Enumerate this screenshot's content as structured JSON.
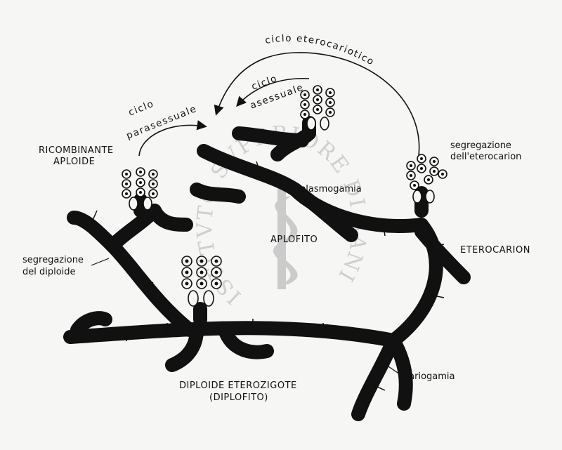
{
  "labels": {
    "ciclo_eterocariotico": "ciclo eterocariotico",
    "ciclo_asessuale_1": "ciclo",
    "ciclo_asessuale_2": "asessuale",
    "ciclo_parasessuale_1": "ciclo",
    "ciclo_parasessuale_2": "parasessuale",
    "ricombinante_1": "RICOMBINANTE",
    "ricombinante_2": "APLOIDE",
    "segregazione_eterocarion_1": "segregazione",
    "segregazione_eterocarion_2": "dell'eterocarion",
    "plasmogamia": "plasmogamia",
    "aplofito": "APLOFITO",
    "eterocarion": "ETEROCARION",
    "segregazione_diploide_1": "segregazione",
    "segregazione_diploide_2": "del diploide",
    "cariogamia": "cariogamia",
    "diploide_1": "DIPLOIDE ETEROZIGOTE",
    "diploide_2": "(DIPLOFITO)"
  },
  "watermark": {
    "text": "ISTITVTO SVPERIORE DI SANITA",
    "color": "#cfcfcf"
  },
  "colors": {
    "ink": "#111111",
    "background": "#f6f6f4"
  }
}
